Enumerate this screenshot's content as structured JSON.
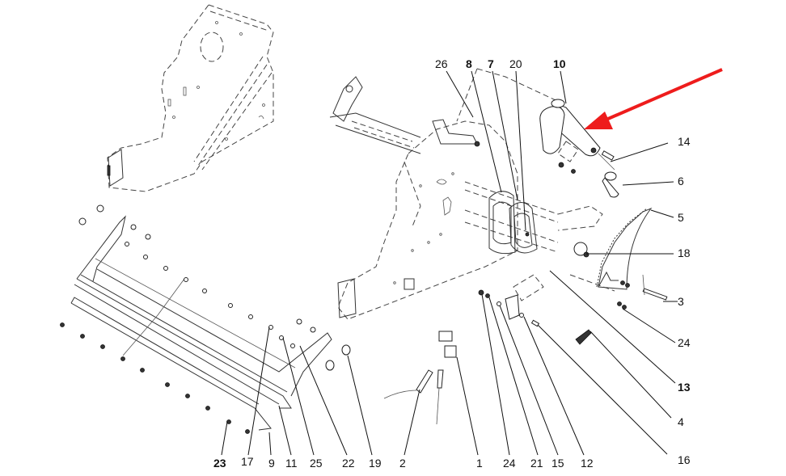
{
  "diagram": {
    "type": "exploded parts diagram",
    "highlight": {
      "color": "#ee1c1c",
      "target_callout": "10"
    },
    "callouts": [
      {
        "id": "26",
        "text": "26",
        "bold": false
      },
      {
        "id": "8",
        "text": "8",
        "bold": true
      },
      {
        "id": "7",
        "text": "7",
        "bold": true
      },
      {
        "id": "20",
        "text": "20",
        "bold": false
      },
      {
        "id": "10",
        "text": "10",
        "bold": true
      },
      {
        "id": "14",
        "text": "14",
        "bold": false
      },
      {
        "id": "6",
        "text": "6",
        "bold": false
      },
      {
        "id": "5",
        "text": "5",
        "bold": false
      },
      {
        "id": "18",
        "text": "18",
        "bold": false
      },
      {
        "id": "3",
        "text": "3",
        "bold": false
      },
      {
        "id": "24a",
        "text": "24",
        "bold": false
      },
      {
        "id": "13",
        "text": "13",
        "bold": true
      },
      {
        "id": "4",
        "text": "4",
        "bold": false
      },
      {
        "id": "16",
        "text": "16",
        "bold": false
      },
      {
        "id": "12",
        "text": "12",
        "bold": false
      },
      {
        "id": "15",
        "text": "15",
        "bold": false
      },
      {
        "id": "21",
        "text": "21",
        "bold": false
      },
      {
        "id": "24b",
        "text": "24",
        "bold": false
      },
      {
        "id": "1",
        "text": "1",
        "bold": false
      },
      {
        "id": "2",
        "text": "2",
        "bold": false
      },
      {
        "id": "19",
        "text": "19",
        "bold": false
      },
      {
        "id": "22",
        "text": "22",
        "bold": false
      },
      {
        "id": "25",
        "text": "25",
        "bold": false
      },
      {
        "id": "11",
        "text": "11",
        "bold": false
      },
      {
        "id": "9",
        "text": "9",
        "bold": false
      },
      {
        "id": "17",
        "text": "17",
        "bold": false
      },
      {
        "id": "23",
        "text": "23",
        "bold": true
      }
    ]
  }
}
